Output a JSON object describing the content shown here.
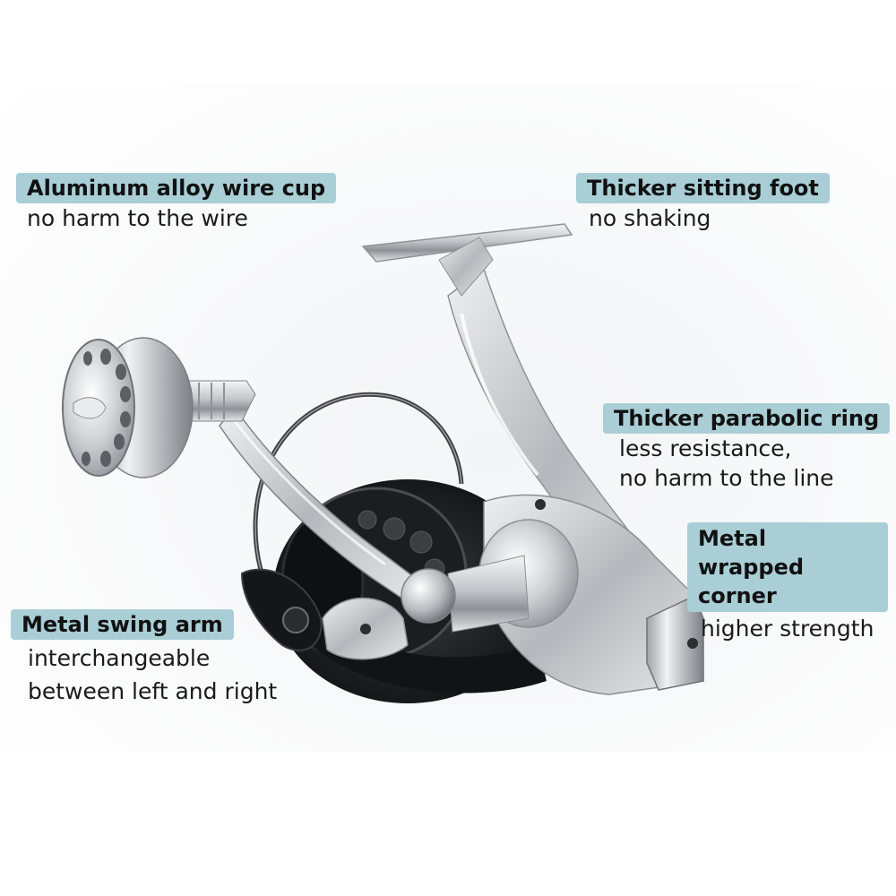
{
  "callouts": {
    "wire_cup": {
      "title": "Aluminum alloy wire cup",
      "lines": [
        "no harm to the wire"
      ]
    },
    "sitting_foot": {
      "title": "Thicker sitting foot",
      "lines": [
        "no shaking"
      ]
    },
    "parabolic_ring": {
      "title": "Thicker parabolic ring",
      "lines": [
        "less resistance,",
        "no harm to the line"
      ]
    },
    "wrapped_corner": {
      "title": "Metal wrapped corner",
      "lines": [
        "higher strength"
      ]
    },
    "swing_arm": {
      "title": "Metal swing arm",
      "lines": [
        "interchangeable",
        "between left and right"
      ]
    }
  },
  "colors": {
    "label_background": "#a9ced6",
    "text": "#1a1a1a",
    "reel_silver": "#c9ccd0",
    "reel_black": "#1b1c1f"
  },
  "image": {
    "subject": "spinning-fishing-reel"
  }
}
